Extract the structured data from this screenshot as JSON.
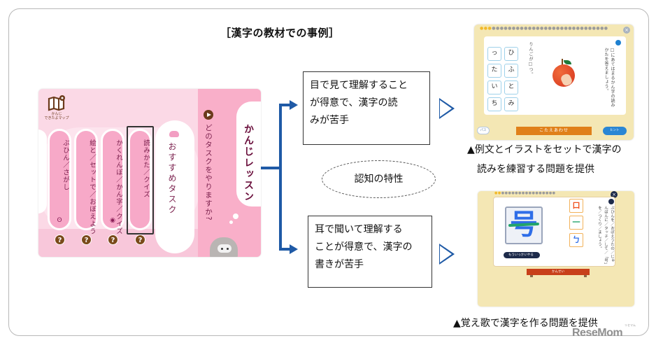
{
  "slide": {
    "title": "［漢字の教材での事例］"
  },
  "left_app": {
    "map_label_line1": "かんじ",
    "map_label_line2": "できたよマップ",
    "tasks": [
      {
        "label": "ぶひん／さがし",
        "icon": "ear-icon",
        "glyph": "ʘ"
      },
      {
        "label": "絵と／セットで／おぼえよう",
        "icon": "none",
        "glyph": ""
      },
      {
        "label": "かくれんぼ／かん字／クイズ",
        "icon": "target-icon",
        "glyph": "◉"
      },
      {
        "label": "読みかた／クイズ",
        "icon": "none",
        "glyph": ""
      }
    ],
    "help_glyph": "?",
    "recommend_label": "おすすめタスク",
    "question": "どのタスクをやりますか?",
    "lesson_title": "かんじレッスン"
  },
  "traits": {
    "visual": [
      "目で見て理解すること",
      "が得意で、漢字の読",
      "みが苦手"
    ],
    "auditory": [
      "耳で聞いて理解する",
      "ことが得意で、漢字の",
      "書きが苦手"
    ],
    "center_label": "認知の特性"
  },
  "example_reading": {
    "progress_dots_done": 3,
    "progress_dots_total": 32,
    "close_glyph": "×",
    "kana": [
      "っ",
      "ひ",
      "た",
      "ふ",
      "い",
      "と",
      "ち",
      "み"
    ],
    "sentence": "りんごが□つ。",
    "instruction": "□にあてはまるかん字の読みかたを答えましょう。",
    "pass_label": "パス",
    "answer_label": "こたえあわせ",
    "hint_label": "ヒント",
    "caption_line1": "▲例文とイラストをセットで漢字の",
    "caption_line2": "読みを練習する問題を提供"
  },
  "example_writing": {
    "progress_dots_done": 2,
    "progress_dots_total": 18,
    "close_glyph": "×",
    "kanji": "号",
    "parts": [
      "口",
      "一",
      "ㄅ"
    ],
    "instruction": "ぶひんを／おぼえうたの／じゅんばんに／タッチ／して／「号」を／つくり／ましょう。",
    "retry_label": "もういっかいやる",
    "complete_label": "かんせい",
    "caption": "▲覚え歌で漢字を作る問題を提供"
  },
  "watermark": {
    "text": "ReseMom",
    "ruby": "リセマム"
  },
  "colors": {
    "connector": "#1f5aa6",
    "pink_panel": "#f9afc9",
    "task_pill": "#f7a9c8",
    "lesson_title": "#6a0f3c",
    "answer_button": "#e0801a",
    "hint_button": "#2a86d4",
    "complete_button": "#c8401a"
  }
}
